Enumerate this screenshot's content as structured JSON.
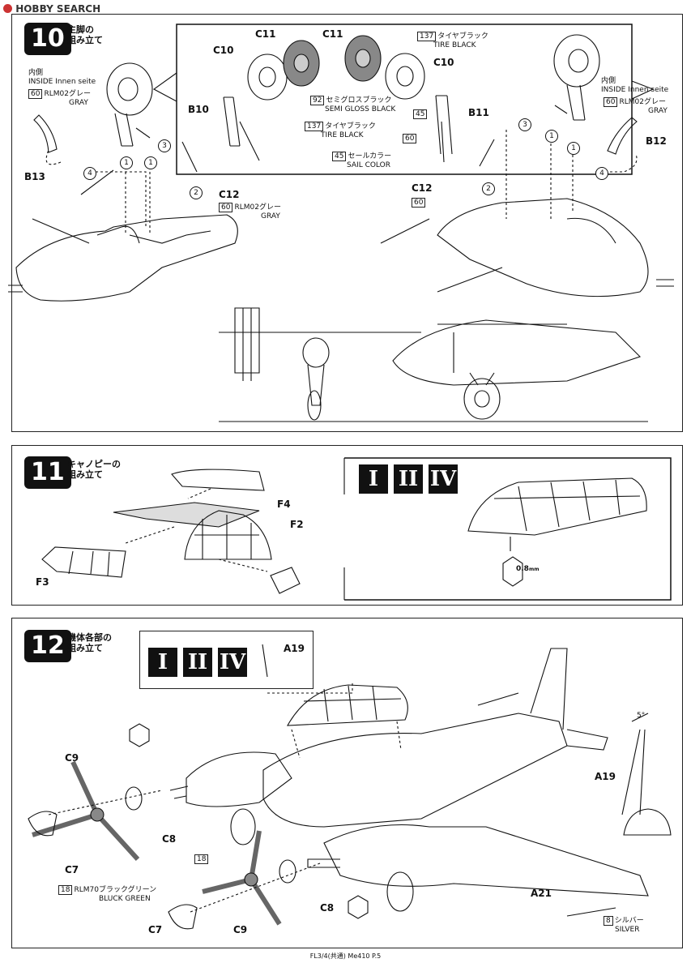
{
  "header": {
    "logo": "HOBBY SEARCH"
  },
  "step10": {
    "number": "10",
    "title_line1": "主脚の",
    "title_line2": "組み立て",
    "inside_jp": "内側",
    "inside_en": "INSIDE  Innen seite",
    "inside_left_code": "60",
    "inside_left_color": "RLM02グレー",
    "inside_left_color_en": "GRAY",
    "inside_right_code": "60",
    "inside_right_color": "RLM02グレー",
    "inside_right_color_en": "GRAY",
    "parts": {
      "c11_left": "C11",
      "c11_right": "C11",
      "c10_left": "C10",
      "c10_right": "C10",
      "b10": "B10",
      "b11": "B11",
      "b12": "B12",
      "b13": "B13",
      "c12_left": "C12",
      "c12_right": "C12"
    },
    "callouts": {
      "tire_top_code": "137",
      "tire_top_jp": "タイヤブラック",
      "tire_top_en": "TIRE BLACK",
      "semi_code": "92",
      "semi_jp": "セミグロスブラック",
      "semi_en": "SEMI GLOSS BLACK",
      "tire_mid_code": "137",
      "tire_mid_jp": "タイヤブラック",
      "tire_mid_en": "TIRE BLACK",
      "sail_code": "45",
      "sail_jp": "セールカラー",
      "sail_en": "SAIL COLOR",
      "code_45": "45",
      "code_60": "60",
      "c12_left_code": "60",
      "c12_left_jp": "RLM02グレー",
      "c12_left_en": "GRAY",
      "c12_right_code": "60"
    },
    "seq": {
      "n1": "1",
      "n2": "2",
      "n3": "3",
      "n4": "4"
    }
  },
  "step11": {
    "number": "11",
    "title_line1": "キャノピーの",
    "title_line2": "組み立て",
    "parts": {
      "f2": "F2",
      "f3": "F3",
      "f4": "F4"
    },
    "variants": [
      "I",
      "II",
      "IV"
    ],
    "drill": "0.8",
    "drill_unit": "mm"
  },
  "step12": {
    "number": "12",
    "title_line1": "機体各部の",
    "title_line2": "組み立て",
    "variants": [
      "I",
      "II",
      "IV"
    ],
    "parts": {
      "a19_top": "A19",
      "a19_right": "A19",
      "a21": "A21",
      "c7_left": "C7",
      "c7_right": "C7",
      "c8_left": "C8",
      "c8_right": "C8",
      "c9_left": "C9",
      "c9_right": "C9"
    },
    "angle": "5°",
    "green_code": "18",
    "green_jp": "RLM70ブラックグリーン",
    "green_en": "BLUCK GREEN",
    "code_18": "18",
    "silver_code": "8",
    "silver_jp": "シルバー",
    "silver_en": "SILVER"
  },
  "footer": {
    "text": "FL3/4(共通) Me410 P.5"
  }
}
